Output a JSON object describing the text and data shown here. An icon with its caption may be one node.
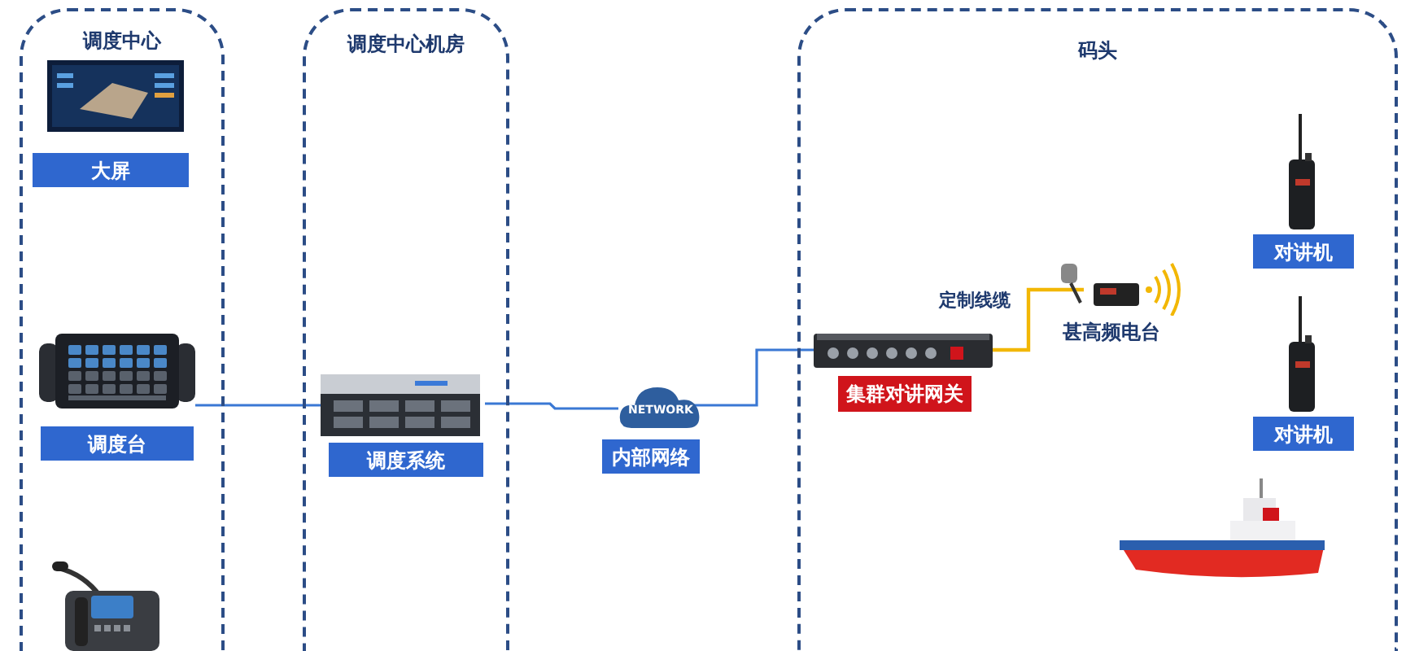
{
  "diagram": {
    "nodes": [
      {
        "text": [
          "调度中心"
        ]
      },
      {
        "text": [
          "大屏"
        ],
        "in": 0
      },
      {
        "text": [
          "调度台"
        ],
        "in": 0
      },
      {
        "text": [],
        "shape": "picture",
        "in": 0
      },
      {
        "text": [
          "调度中心机房"
        ]
      },
      {
        "text": [
          "调度系统"
        ],
        "in": 4
      },
      {
        "text": [
          "NETWORK",
          "内部网络"
        ]
      },
      {
        "text": [
          "码头"
        ]
      },
      {
        "text": [
          "集群对讲网关"
        ],
        "in": 7
      },
      {
        "text": [
          "甚高频电台"
        ],
        "in": 7
      },
      {
        "text": [
          "对讲机"
        ],
        "in": 7
      },
      {
        "text": [
          "对讲机"
        ],
        "in": 7
      },
      {
        "text": [],
        "shape": "picture",
        "in": 7
      }
    ],
    "edges": [
      {
        "from": 2,
        "to": 5,
        "arrow": "none"
      },
      {
        "from": 5,
        "to": 6,
        "arrow": "none"
      },
      {
        "from": 6,
        "to": 8,
        "arrow": "none"
      },
      {
        "from": 8,
        "to": 9,
        "arrow": "none",
        "label": "定制线缆",
        "color": "#f2b705"
      }
    ]
  }
}
